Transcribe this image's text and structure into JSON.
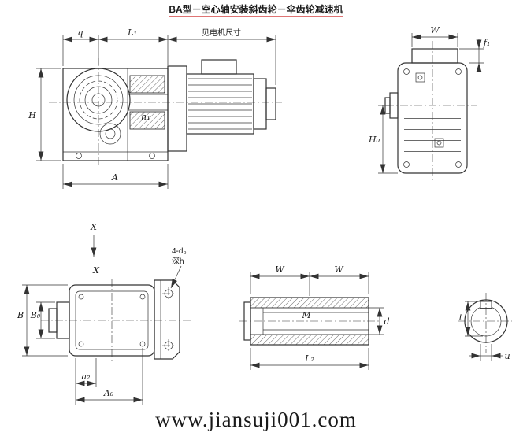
{
  "title": "BA型－空心轴安装斜齿轮－伞齿轮减速机",
  "watermark": "www.jiansuji001.com",
  "colors": {
    "line": "#333333",
    "title_underline": "#cc2222",
    "watermark": "#e7639a"
  },
  "side_view": {
    "dim_q": "q",
    "dim_l1": "L₁",
    "motor_note": "见电机尺寸",
    "dim_h": "H",
    "dim_a": "A",
    "dim_h1": "h₁",
    "view_arrow": "X"
  },
  "front_view": {
    "dim_w": "W",
    "dim_f1": "f₁",
    "dim_h0": "H₀"
  },
  "top_view": {
    "view_label": "X",
    "hole_note": "4-d₀",
    "hole_depth_note": "深h",
    "dim_b": "B",
    "dim_b0": "B₀",
    "dim_a2": "a₂",
    "dim_a0": "A₀"
  },
  "shaft_section": {
    "dim_w_left": "W",
    "dim_w_right": "W",
    "dim_m": "M",
    "dim_l2": "L₂",
    "dim_d": "d"
  },
  "bore_section": {
    "dim_t": "t",
    "dim_u": "u"
  }
}
